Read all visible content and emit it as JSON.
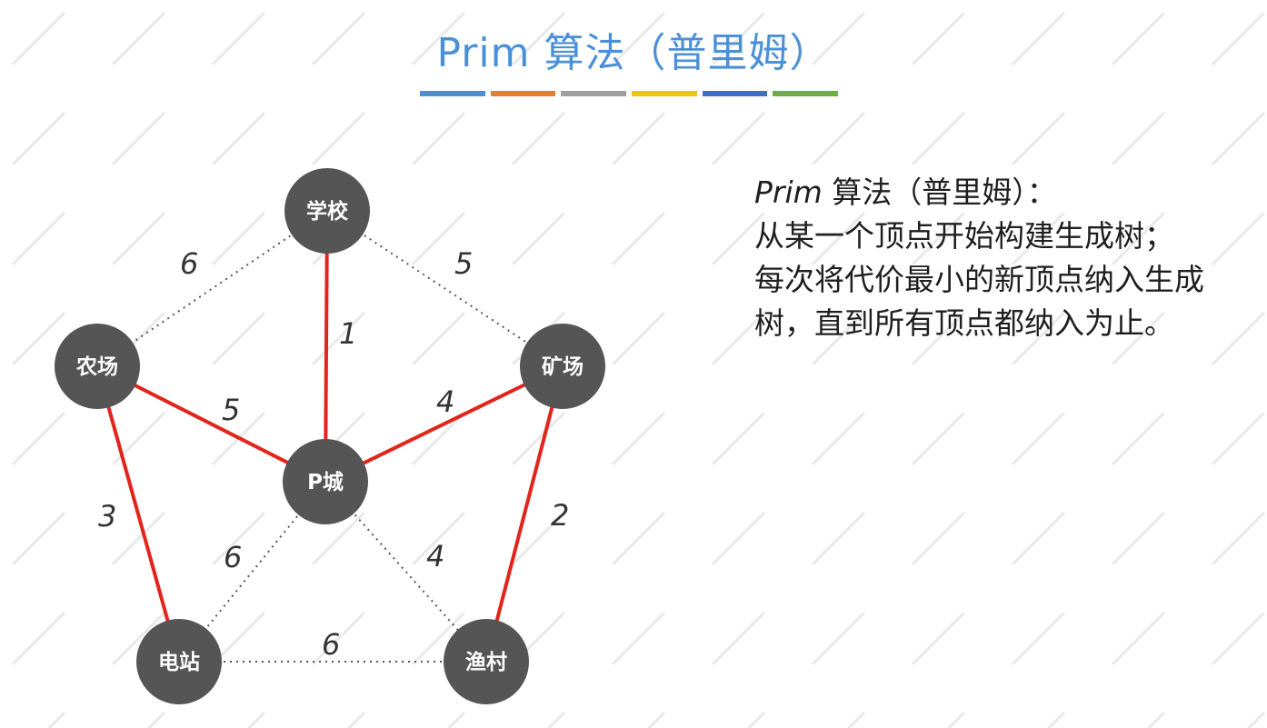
{
  "title": {
    "text": "Prim 算法（普里姆）",
    "underline_colors": [
      "#4a90d9",
      "#e87d2e",
      "#a0a0a0",
      "#f5c116",
      "#3f6ec9",
      "#6cb043"
    ]
  },
  "description": {
    "algo_name": "Prim",
    "heading_rest": " 算法（普里姆）：",
    "line2": "从某一个顶点开始构建生成树；",
    "line3": "每次将代价最小的新顶点纳入生成",
    "line4": "树，直到所有顶点都纳入为止。"
  },
  "graph": {
    "node_color": "#555555",
    "selected_edge_color": "#e3241b",
    "other_edge_color": "#555555",
    "nodes": {
      "school": "学校",
      "farm": "农场",
      "mine": "矿场",
      "pcity": "P城",
      "power": "电站",
      "fishing": "渔村"
    },
    "edges": {
      "school_farm": "6",
      "school_mine": "5",
      "school_pcity": "1",
      "farm_pcity": "5",
      "mine_pcity": "4",
      "farm_power": "3",
      "mine_fishing": "2",
      "pcity_power": "6",
      "pcity_fishing": "4",
      "power_fishing": "6"
    }
  }
}
